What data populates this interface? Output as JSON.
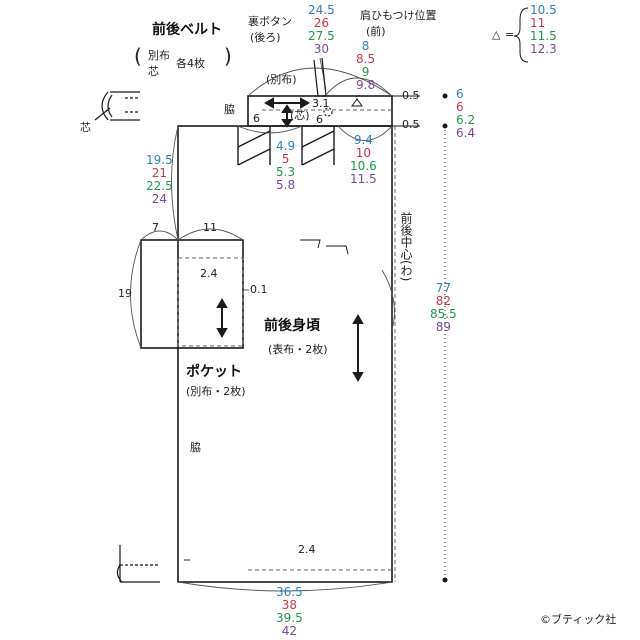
{
  "colors": {
    "s1": "#2d7fc1",
    "s2": "#d0344a",
    "s3": "#1a9a4a",
    "s4": "#7a4a9a",
    "line": "#1a1a1a",
    "dash": "#666666"
  },
  "belt": {
    "title": "前後ベルト",
    "paren_left": "(",
    "fabric1": "別布",
    "fabric2": "芯",
    "count": "各4枚",
    "paren_right": ")",
    "inner_label": "(別布)",
    "core_label": "(芯)",
    "side_label": "脇",
    "w6a": "6",
    "w31": "3.1",
    "w6b": "6"
  },
  "back_button": {
    "line1": "裏ボタン",
    "line2": "(後ろ)"
  },
  "strap": {
    "line1": "肩ひもつけ位置",
    "line2": "(前)"
  },
  "top_values": [
    "24.5",
    "26",
    "27.5",
    "30"
  ],
  "strap_values": [
    "8",
    "8.5",
    "9",
    "9.8"
  ],
  "delta": {
    "symbol": "△",
    "eq": "=",
    "values": [
      "10.5",
      "11",
      "11.5",
      "12.3"
    ]
  },
  "belt_offsets": [
    "0.5",
    "0.5"
  ],
  "belt_width_values": [
    "6",
    "6",
    "6.2",
    "6.4"
  ],
  "pleat_values": [
    "4.9",
    "5",
    "5.3",
    "5.8"
  ],
  "pleat_right_values": [
    "9.4",
    "10",
    "10.6",
    "11.5"
  ],
  "side_core": "芯",
  "armhole_values": [
    "19.5",
    "21",
    "22.5",
    "24"
  ],
  "body": {
    "title": "前後身頃",
    "sub": "(表布・2枚)",
    "center": "前後中心(わ)",
    "side_label": "脇"
  },
  "length_values": [
    "77",
    "82",
    "85.5",
    "89"
  ],
  "pocket": {
    "title": "ポケット",
    "sub": "(別布・2枚)",
    "w7": "7",
    "w11": "11",
    "h19": "19",
    "d24": "2.4",
    "d01": "0.1"
  },
  "hem": {
    "allowance": "2.4",
    "values": [
      "36.5",
      "38",
      "39.5",
      "42"
    ]
  },
  "copyright": "©ブティック社"
}
